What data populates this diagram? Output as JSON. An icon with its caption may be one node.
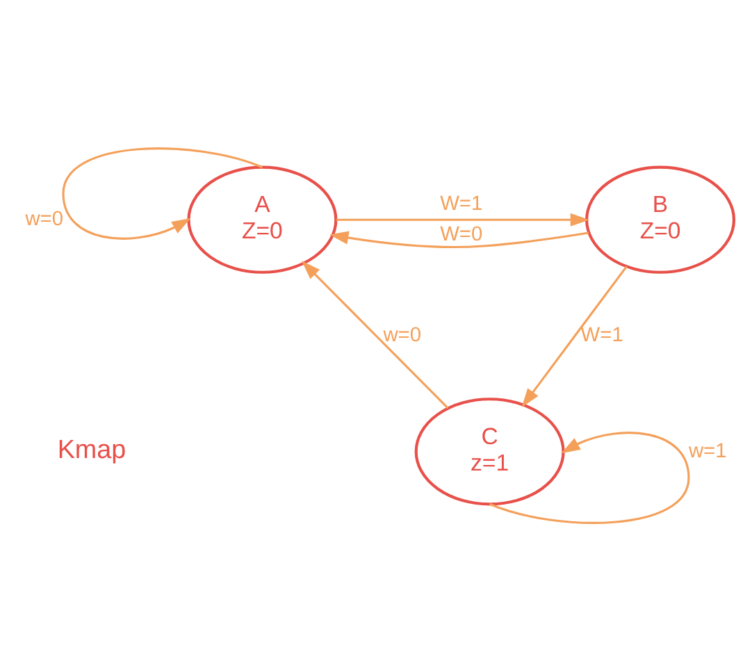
{
  "diagram": {
    "nodes": [
      {
        "text": [
          "A",
          "Z=0"
        ]
      },
      {
        "text": [
          "B",
          "Z=0"
        ]
      },
      {
        "text": [
          "C",
          "z=1"
        ]
      }
    ],
    "edges": [
      {
        "from": 0,
        "to": 0,
        "arrow": "to",
        "label": "w=0"
      },
      {
        "from": 0,
        "to": 1,
        "arrow": "to",
        "label": "W=1"
      },
      {
        "from": 1,
        "to": 0,
        "arrow": "to",
        "label": "W=0"
      },
      {
        "from": 1,
        "to": 2,
        "arrow": "to",
        "label": "W=1"
      },
      {
        "from": 2,
        "to": 0,
        "arrow": "to",
        "label": "w=0"
      },
      {
        "from": 2,
        "to": 2,
        "arrow": "to",
        "label": "w=1"
      }
    ],
    "labels": [
      "Kmap"
    ]
  }
}
